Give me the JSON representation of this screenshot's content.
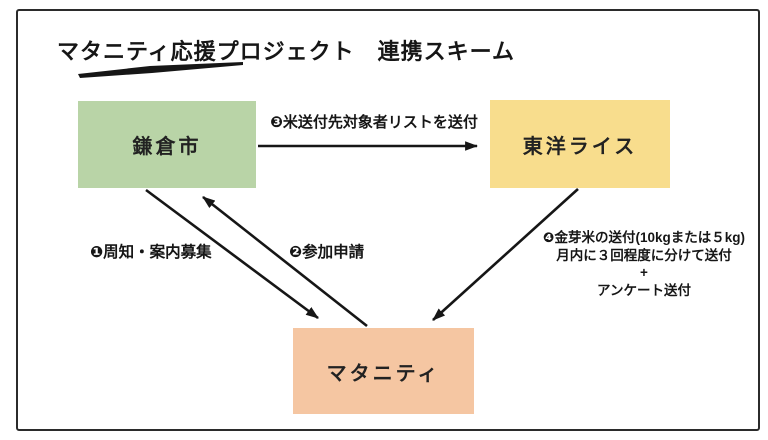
{
  "meta": {
    "title": "マタニティ応援プロジェクト　連携スキーム"
  },
  "colors": {
    "kamakura_box": "#b9d4a7",
    "toyo_rice_box": "#f8dd8d",
    "maternity_box": "#f5c6a2",
    "line_and_text": "#161616",
    "frame_border": "#2b2b2b"
  },
  "nodes": {
    "kamakura": {
      "label": "鎌倉市"
    },
    "toyo_rice": {
      "label": "東洋ライス"
    },
    "maternity": {
      "label": "マタニティ"
    }
  },
  "arrows": {
    "rice_list": {
      "label": "❸米送付先対象者リストを送付",
      "from": "鎌倉市",
      "to": "東洋ライス"
    },
    "announce": {
      "label": "❶周知・案内募集",
      "from": "鎌倉市",
      "to": "マタニティ"
    },
    "apply": {
      "label": "❷参加申請",
      "from": "マタニティ",
      "to": "鎌倉市"
    },
    "rice_send": {
      "line1": "❹金芽米の送付(10kgまたは５kg)",
      "line2": "月内に３回程度に分けて送付",
      "line3": "+",
      "line4": "アンケート送付",
      "from": "東洋ライス",
      "to": "マタニティ"
    }
  }
}
